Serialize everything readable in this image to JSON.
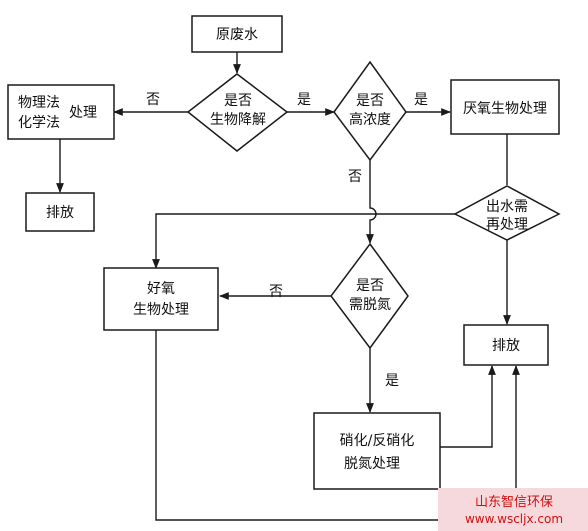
{
  "nodes": {
    "raw_water": "原废水",
    "decision_biodegradable": [
      "是否",
      "生物降解"
    ],
    "decision_high_concentration": [
      "是否",
      "高浓度"
    ],
    "physical_chemical": [
      "物理法",
      "化学法"
    ],
    "physical_chemical_suffix": "处理",
    "anaerobic": "厌氧生物处理",
    "discharge_left": "排放",
    "decision_retreat": [
      "出水需",
      "再处理"
    ],
    "aerobic": [
      "好氧",
      "生物处理"
    ],
    "decision_denitrification": [
      "是否",
      "需脱氮"
    ],
    "discharge_right": "排放",
    "nitrification": [
      "硝化/反硝化",
      "脱氮处理"
    ]
  },
  "edge_labels": {
    "no_to_physical": "否",
    "yes_to_high_conc": "是",
    "yes_to_anaerobic": "是",
    "no_from_high_conc": "否",
    "no_to_aerobic": "否",
    "yes_to_nitrification": "是"
  },
  "watermark": {
    "line1": "山东智信环保",
    "line2": "www.wscljx.com"
  },
  "colors": {
    "stroke": "#1a1a1a",
    "watermark_bg": "#f6d9dd",
    "watermark_text": "#d01010"
  }
}
